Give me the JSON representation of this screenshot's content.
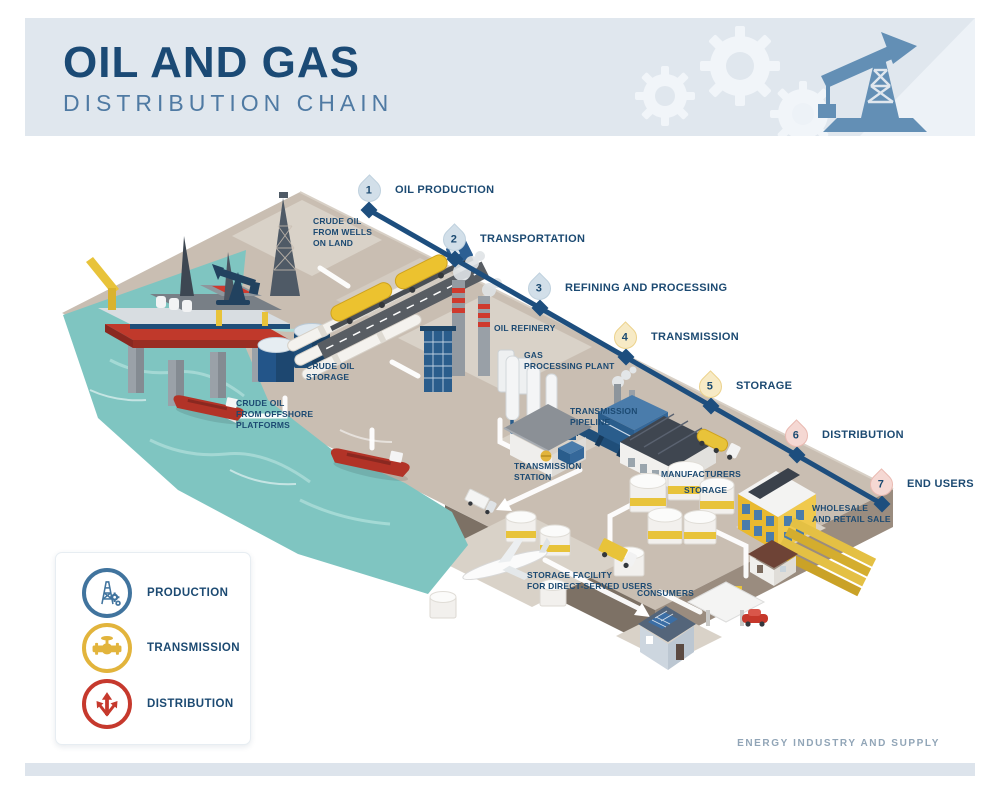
{
  "header": {
    "title": "OIL AND GAS",
    "subtitle": "DISTRIBUTION CHAIN"
  },
  "steps": [
    {
      "num": "1",
      "label": "OIL PRODUCTION",
      "phase": "production"
    },
    {
      "num": "2",
      "label": "TRANSPORTATION",
      "phase": "production"
    },
    {
      "num": "3",
      "label": "REFINING AND PROCESSING",
      "phase": "production"
    },
    {
      "num": "4",
      "label": "TRANSMISSION",
      "phase": "transmission"
    },
    {
      "num": "5",
      "label": "STORAGE",
      "phase": "transmission"
    },
    {
      "num": "6",
      "label": "DISTRIBUTION",
      "phase": "distribution"
    },
    {
      "num": "7",
      "label": "END USERS",
      "phase": "distribution"
    }
  ],
  "scene": {
    "labels": {
      "crude_oil_wells": "CRUDE OIL\nFROM WELLS\nON LAND",
      "oil_refinery": "OIL REFINERY",
      "gas_processing_plant": "GAS\nPROCESSING PLANT",
      "crude_oil_storage": "CRUDE OIL\nSTORAGE",
      "crude_oil_offshore": "CRUDE OIL\nFROM OFFSHORE\nPLATFORMS",
      "transmission_pipeline": "TRANSMISSION\nPIPELINE",
      "transmission_station": "TRANSMISSION\nSTATION",
      "manufacturers": "MANUFACTURERS",
      "storage": "STORAGE",
      "wholesale": "WHOLESALE\nAND RETAIL SALE",
      "storage_facility": "STORAGE FACILITY\nFOR DIRECT-SERVED USERS",
      "consumers": "CONSUMERS"
    }
  },
  "legend": {
    "items": [
      {
        "label": "PRODUCTION",
        "color": "#41749e",
        "icon": "derrick-icon"
      },
      {
        "label": "TRANSMISSION",
        "color": "#e2b43c",
        "icon": "pipeline-valve-icon"
      },
      {
        "label": "DISTRIBUTION",
        "color": "#c6392d",
        "icon": "branching-arrows-icon"
      }
    ]
  },
  "footer": {
    "credit": "ENERGY INDUSTRY AND SUPPLY"
  },
  "colors": {
    "navy_text": "#1c4a72",
    "chain_line": "#1d4e7e",
    "drop_production": "#d2dfe9",
    "drop_transmission": "#f7eac5",
    "drop_distribution": "#f5d8d3",
    "header_band": "#e0e7ee",
    "water": "#7fc5c1",
    "land": "#c9beb2",
    "accent_red": "#c0392b",
    "accent_yellow": "#e8c33a"
  }
}
